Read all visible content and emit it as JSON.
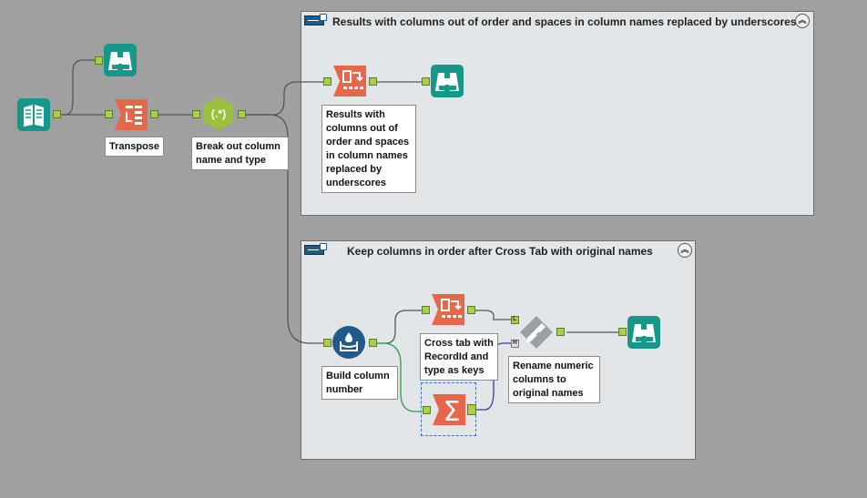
{
  "containers": [
    {
      "title": "Results with columns out of order and  spaces in column names replaced by underscores",
      "collapse_symbol": "︽"
    },
    {
      "title": "Keep columns in order after Cross Tab with original names",
      "collapse_symbol": "︽"
    }
  ],
  "annotations": {
    "transpose": "Transpose",
    "regex": "Break out column name and type",
    "crosstab1": "Results with columns out of order and spaces in column names replaced by underscores",
    "build_col": "Build column number",
    "crosstab2": "Cross tab with RecordId and type as keys",
    "rename": "Rename numeric columns to original names"
  },
  "tools": {
    "regex_glyph": "(.*)",
    "sum_glyph": "Σ",
    "dyn_rename_L": "L",
    "dyn_rename_R": "R"
  },
  "colors": {
    "canvas": "#a0a0a0",
    "container_bg": "#e3e6e8",
    "teal": "#15988a",
    "orange": "#e8664a",
    "regex_green": "#9cc23d",
    "blue": "#1f5a8a",
    "anchor_green": "#a7cf4a"
  }
}
